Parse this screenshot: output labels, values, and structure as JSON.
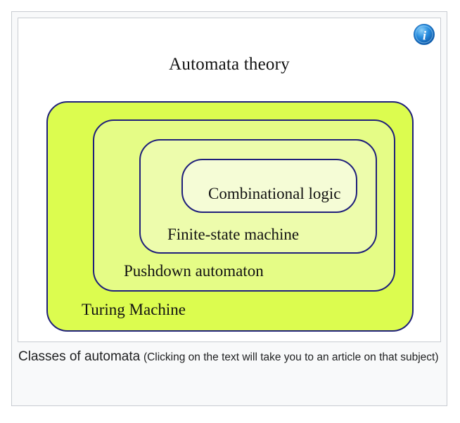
{
  "figure": {
    "diagram_title": "Automata theory",
    "info_icon": "info-icon",
    "levels": [
      {
        "id": "turing-machine",
        "label": "Turing Machine",
        "fill": "#dcfc4f"
      },
      {
        "id": "pushdown-automaton",
        "label": "Pushdown automaton",
        "fill": "#e5fc86"
      },
      {
        "id": "finite-state-machine",
        "label": "Finite-state machine",
        "fill": "#edfcac"
      },
      {
        "id": "combinational-logic",
        "label": "Combinational logic",
        "fill": "#f5fcd6"
      }
    ],
    "stroke_color": "#1f1f7a"
  },
  "caption": {
    "title": "Classes of automata",
    "note": "(Clicking on the text will take you to an article on that subject)"
  }
}
